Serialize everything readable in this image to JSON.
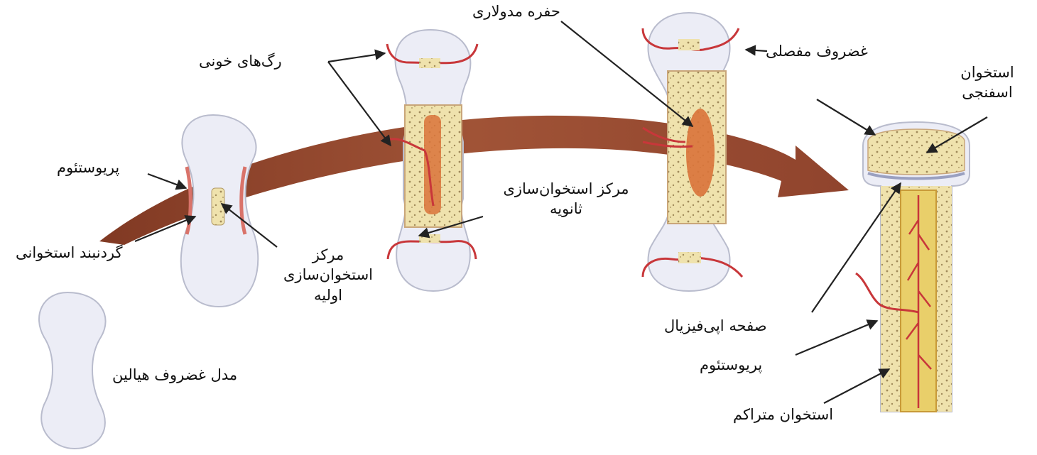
{
  "colors": {
    "arrow": "#8a3a22",
    "arrow_dark": "#6e2a17",
    "cartilage": "#ecedf6",
    "cartilage_edge": "#b9bccd",
    "spongy": "#efe2ad",
    "spongy_dots": "#a08a5a",
    "marrow": "#d9733a",
    "vessel": "#c8373a",
    "periosteum": "#d9736a",
    "compact": "#e9cf6a",
    "compact_inner": "#f3df7a",
    "leader": "#222222"
  },
  "labels": {
    "medullary_cavity": "حفره مدولاری",
    "blood_vessels": "رگ‌های خونی",
    "articular_cartilage": "غضروف مفصلی",
    "spongy_bone_l1": "استخوان",
    "spongy_bone_l2": "اسفنجی",
    "periosteum_1": "پریوستئوم",
    "bone_collar": "گردنبند استخوانی",
    "primary_center_l1": "مرکز",
    "primary_center_l2": "استخوان‌سازی",
    "primary_center_l3": "اولیه",
    "secondary_center_l1": "مرکز استخوان‌سازی",
    "secondary_center_l2": "ثانویه",
    "epiphyseal_plate": "صفحه اپی‌فیزیال",
    "periosteum_2": "پریوستئوم",
    "compact_bone": "استخوان متراکم",
    "hyaline_model": "مدل غضروف هیالین"
  }
}
